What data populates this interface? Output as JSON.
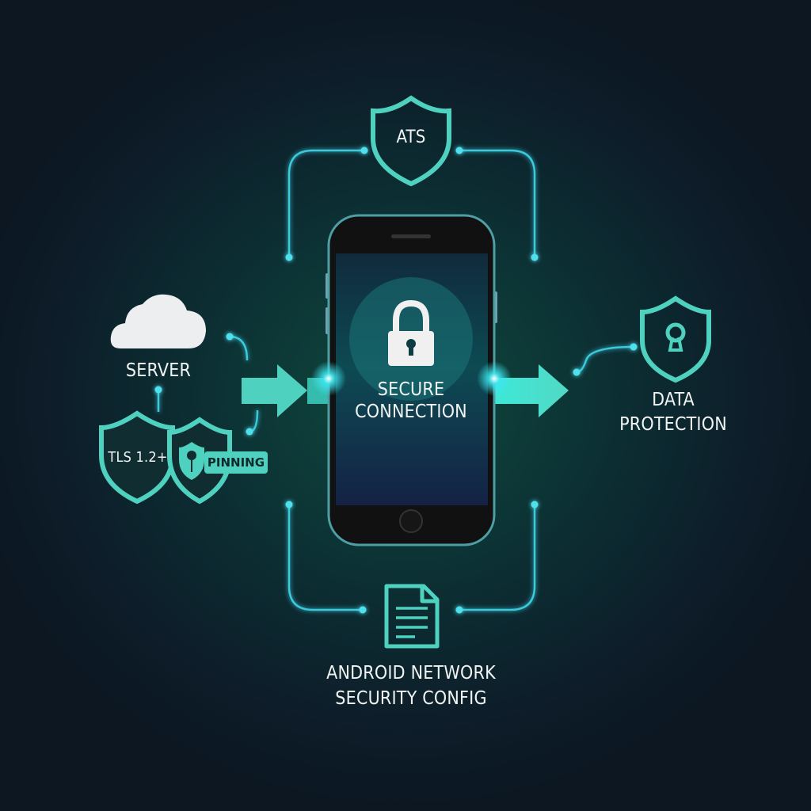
{
  "center": {
    "line1": "SECURE",
    "line2": "CONNECTION",
    "icon": "padlock-icon"
  },
  "top": {
    "label": "ATS",
    "icon": "shield-icon"
  },
  "left": {
    "server_label": "SERVER",
    "server_icon": "cloud-icon",
    "tls_label": "TLS 1.2+",
    "pinning_label": "PINNING",
    "pinning_icon": "pin-shield-icon"
  },
  "right": {
    "line1": "DATA",
    "line2": "PROTECTION",
    "icon": "keyhole-shield-icon"
  },
  "bottom": {
    "line1": "ANDROID NETWORK",
    "line2": "SECURITY CONFIG",
    "icon": "document-icon"
  },
  "colors": {
    "accent": "#4fd1c0",
    "glow": "#3de8f0",
    "background": "#0d1d29"
  }
}
